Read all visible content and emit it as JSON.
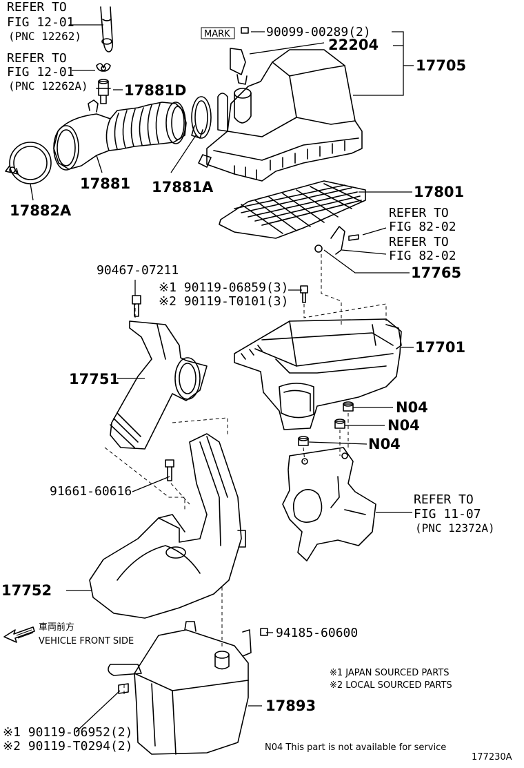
{
  "callouts": {
    "refer_1201_a": [
      "REFER TO",
      "FIG 12-01",
      "(PNC 12262)"
    ],
    "refer_1201_b": [
      "REFER TO",
      "FIG 12-01",
      "(PNC 12262A)"
    ],
    "p17881D": "17881D",
    "p90099": "90099-00289(2)",
    "p22204": "22204",
    "p17705": "17705",
    "mark": "MARK",
    "p17881": "17881",
    "p17881A": "17881A",
    "p17882A": "17882A",
    "p17801": "17801",
    "refer_8202_a": [
      "REFER TO",
      "FIG 82-02"
    ],
    "refer_8202_b": [
      "REFER TO",
      "FIG 82-02"
    ],
    "p17765": "17765",
    "p90467": "90467-07211",
    "p90119_06859": "※1 90119-06859(3)",
    "p90119_T0101": "※2 90119-T0101(3)",
    "p17701": "17701",
    "p17751": "17751",
    "n04_1": "N04",
    "n04_2": "N04",
    "n04_3": "N04",
    "p91661": "91661-60616",
    "refer_1107": [
      "REFER TO",
      "FIG 11-07",
      "(PNC 12372A)"
    ],
    "p17752": "17752",
    "front_jp": "車両前方",
    "front_en": "VEHICLE FRONT SIDE",
    "p94185": "94185-60600",
    "note1": "※1 JAPAN SOURCED PARTS",
    "note2": "※2 LOCAL SOURCED PARTS",
    "p17893": "17893",
    "p90119_06952": "※1 90119-06952(2)",
    "p90119_T0294": "※2 90119-T0294(2)",
    "n04_note": "N04  This part is not available for service",
    "fig_id": "177230A"
  }
}
